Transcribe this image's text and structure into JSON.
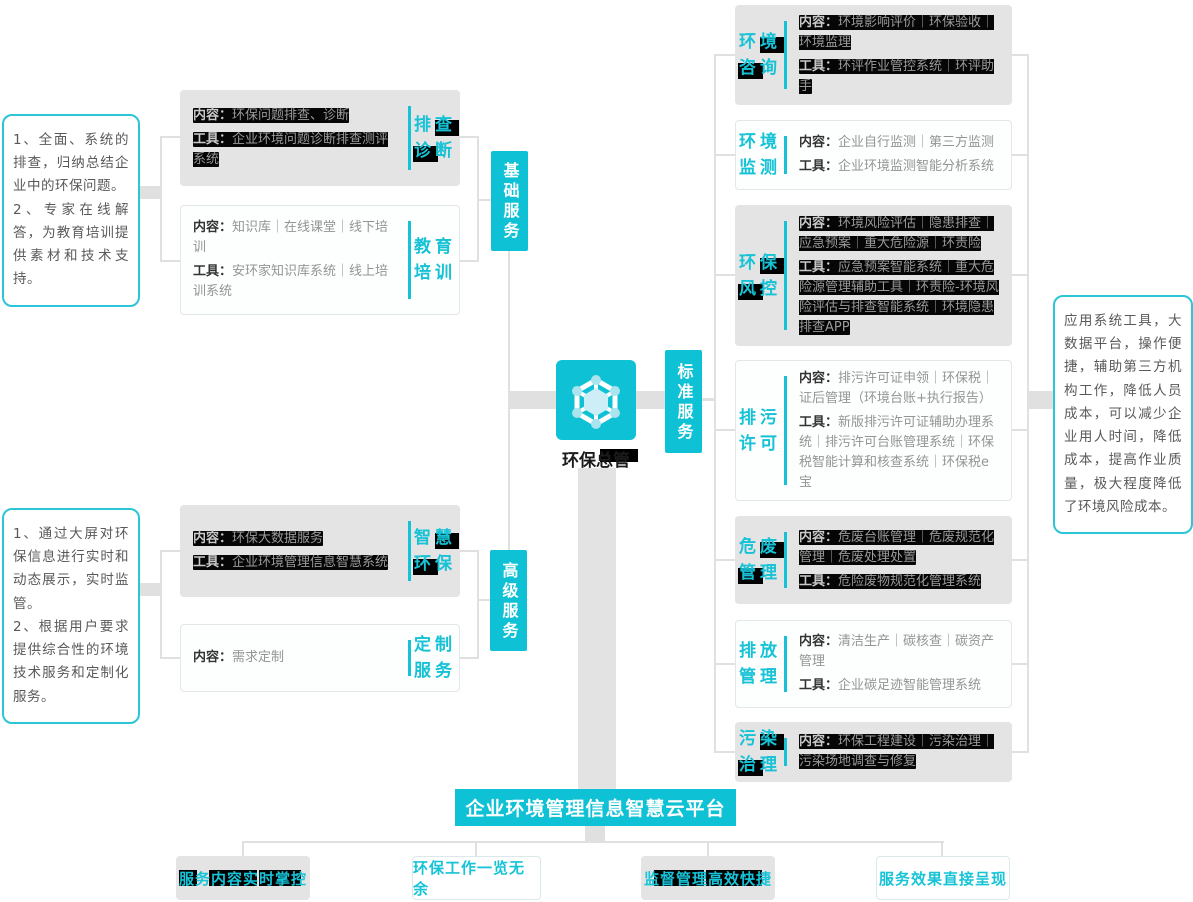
{
  "center": {
    "title": "环保总管"
  },
  "tags": {
    "basic": "基础服务",
    "standard": "标准服务",
    "advanced": "高级服务"
  },
  "platform": {
    "title": "企业环境管理信息智慧云平台"
  },
  "labels": {
    "content": "内容：",
    "tools": "工具："
  },
  "notes": {
    "basic": "1、全面、系统的排查，归纳总结企业中的环保问题。\n2、专家在线解答，为教育培训提供素材和技术支持。",
    "advanced": "1、通过大屏对环保信息进行实时和动态展示，实时监管。\n2、根据用户要求提供综合性的环境技术服务和定制化服务。",
    "standard": "应用系统工具，大数据平台，操作便捷，辅助第三方机构工作，降低人员成本，可以减少企业用人时间，降低成本，提高作业质量，极大程度降低了环境风险成本。"
  },
  "basic_boxes": [
    {
      "name": "排查诊断",
      "content": "环保问题排查、诊断",
      "tools": "企业环境问题诊断排查测评系统"
    },
    {
      "name": "教育培训",
      "content": "知识库｜在线课堂｜线下培训",
      "tools": "安环家知识库系统｜线上培训系统"
    }
  ],
  "advanced_boxes": [
    {
      "name": "智慧环保",
      "content": "环保大数据服务",
      "tools": "企业环境管理信息智慧系统"
    },
    {
      "name": "定制服务",
      "content": "需求定制"
    }
  ],
  "standard_boxes": [
    {
      "name": "环境咨询",
      "content": "环境影响评价｜环保验收｜环境监理",
      "tools": "环评作业管控系统｜环评助手"
    },
    {
      "name": "环境监测",
      "content": "企业自行监测｜第三方监测",
      "tools": "企业环境监测智能分析系统"
    },
    {
      "name": "环保风控",
      "content": "环境风险评估｜隐患排查｜应急预案｜重大危险源｜环责险",
      "tools": "应急预案智能系统｜重大危险源管理辅助工具｜环责险-环境风险评估与排查智能系统｜环境隐患排查APP"
    },
    {
      "name": "排污许可",
      "content": "排污许可证申领｜环保税｜证后管理（环境台账+执行报告）",
      "tools": "新版排污许可证辅助办理系统｜排污许可台账管理系统｜环保税智能计算和核查系统｜环保税e宝"
    },
    {
      "name": "危废管理",
      "content": "危废台账管理｜危废规范化管理｜危废处理处置",
      "tools": "危险废物规范化管理系统"
    },
    {
      "name": "排放管理",
      "content": "清洁生产｜碳核查｜碳资产管理",
      "tools": "企业碳足迹智能管理系统"
    },
    {
      "name": "污染治理",
      "content": "环保工程建设｜污染治理｜污染场地调查与修复"
    }
  ],
  "footer_items": [
    "服务内容实时掌控",
    "环保工作一览无余",
    "监督管理高效快捷",
    "服务效果直接呈现"
  ],
  "colors": {
    "accent": "#0fc1d5",
    "selected_bg": "#e4e4e4",
    "line": "#e0e0e0",
    "highlight": "#000000"
  }
}
